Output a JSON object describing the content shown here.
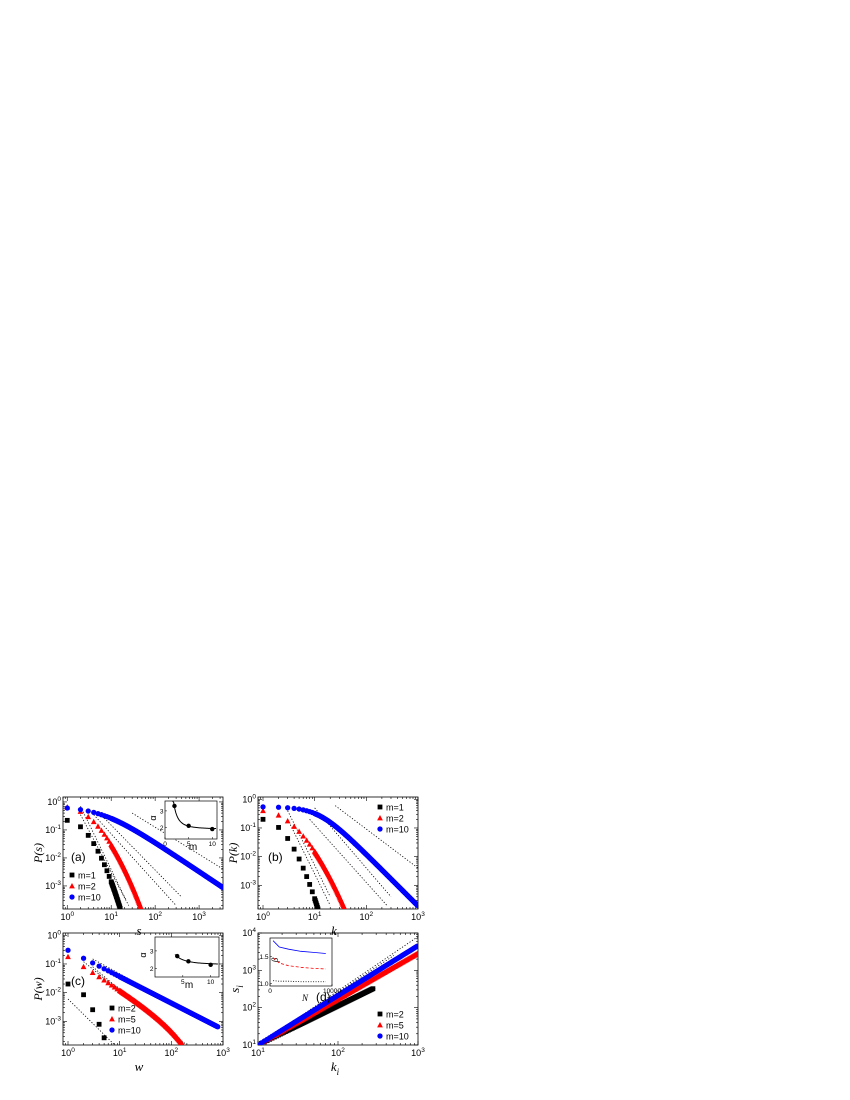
{
  "colors": {
    "black": "#000000",
    "red": "#ff0000",
    "blue": "#0000ff"
  },
  "chart_data": [
    {
      "id": "a",
      "type": "scatter",
      "panel_label": "(a)",
      "xlabel": "s",
      "ylabel": "P(s)",
      "xscale": "log",
      "yscale": "log",
      "xlim": [
        0.8,
        3500
      ],
      "ylim": [
        0.00015,
        1.5
      ],
      "x_ticks": [
        1,
        10,
        100,
        1000
      ],
      "y_ticks": [
        1,
        0.1,
        0.01,
        0.001
      ],
      "legend_position": "lower-left",
      "series": [
        {
          "name": "m=1",
          "marker": "square",
          "color": "#000000",
          "s0": 0.22,
          "gamma": 3.0,
          "x0": 1,
          "xmax": 21
        },
        {
          "name": "m=2",
          "marker": "triangle",
          "color": "#ff0000",
          "s0": 0.65,
          "gamma": 3.2,
          "x0": 1,
          "xmax": 270
        },
        {
          "name": "m=10",
          "marker": "circle",
          "color": "#0000ff",
          "s0": 0.7,
          "gamma": 2.0,
          "x0": 1,
          "xmax": 3500
        }
      ],
      "guides": [
        {
          "x": [
            2,
            25
          ],
          "y": [
            0.35,
            0.0002
          ]
        },
        {
          "x": [
            2,
            22
          ],
          "y": [
            0.7,
            0.0003
          ]
        },
        {
          "x": [
            4,
            300
          ],
          "y": [
            0.35,
            0.0002
          ]
        },
        {
          "x": [
            5,
            400
          ],
          "y": [
            0.45,
            0.0004
          ]
        },
        {
          "x": [
            30,
            3500
          ],
          "y": [
            0.4,
            0.004
          ]
        }
      ],
      "inset": {
        "xlabel": "m",
        "ylabel": "α",
        "xlim": [
          0,
          11
        ],
        "ylim": [
          1.3,
          3.6
        ],
        "x_ticks": [
          0,
          5,
          10
        ],
        "y_ticks": [
          2,
          3
        ],
        "points": [
          {
            "x": 2,
            "y": 3.3
          },
          {
            "x": 5,
            "y": 2.1
          },
          {
            "x": 10,
            "y": 1.9
          }
        ]
      }
    },
    {
      "id": "b",
      "type": "scatter",
      "panel_label": "(b)",
      "xlabel": "k",
      "ylabel": "P(k)",
      "xscale": "log",
      "yscale": "log",
      "xlim": [
        0.8,
        1000
      ],
      "ylim": [
        0.00015,
        1.2
      ],
      "x_ticks": [
        1,
        10,
        100,
        1000
      ],
      "y_ticks": [
        1,
        0.1,
        0.01,
        0.001
      ],
      "legend_position": "top-right",
      "series": [
        {
          "name": "m=1",
          "marker": "square",
          "color": "#000000",
          "s0": 0.2,
          "gamma": 3.5,
          "x0": 1,
          "xmax": 16
        },
        {
          "name": "m=2",
          "marker": "triangle",
          "color": "#ff0000",
          "s0": 0.4,
          "gamma": 3.3,
          "x0": 1,
          "xmax": 220
        },
        {
          "name": "m=10",
          "marker": "circle",
          "color": "#0000ff",
          "s0": 0.55,
          "gamma": 2.7,
          "x0": 1,
          "xmax": 1000
        }
      ],
      "guides": [
        {
          "x": [
            3,
            20
          ],
          "y": [
            0.2,
            0.0002
          ]
        },
        {
          "x": [
            3,
            20
          ],
          "y": [
            0.4,
            0.0004
          ]
        },
        {
          "x": [
            8,
            250
          ],
          "y": [
            0.2,
            0.0002
          ]
        },
        {
          "x": [
            10,
            300
          ],
          "y": [
            0.5,
            0.0004
          ]
        },
        {
          "x": [
            25,
            1000
          ],
          "y": [
            0.6,
            0.004
          ]
        }
      ]
    },
    {
      "id": "c",
      "type": "scatter",
      "panel_label": "(c)",
      "xlabel": "w",
      "ylabel": "P(w)",
      "xscale": "log",
      "yscale": "log",
      "xlim": [
        0.8,
        1000
      ],
      "ylim": [
        0.00015,
        1.2
      ],
      "x_ticks": [
        1,
        10,
        100,
        1000
      ],
      "y_ticks": [
        1,
        0.1,
        0.01,
        0.001
      ],
      "legend_position": "lower-left",
      "series": [
        {
          "name": "m=2",
          "marker": "square",
          "color": "#000000",
          "s0": 0.02,
          "gamma": 3.4,
          "x0": 1,
          "xmax": 7
        },
        {
          "name": "m=5",
          "marker": "triangle",
          "color": "#ff0000",
          "s0": 0.18,
          "gamma": 3.3,
          "x0": 1,
          "xmax": 220
        },
        {
          "name": "m=10",
          "marker": "circle",
          "color": "#0000ff",
          "s0": 0.3,
          "gamma": 2.0,
          "x0": 1,
          "xmax": 800
        }
      ],
      "guides": [
        {
          "x": [
            1,
            8
          ],
          "y": [
            0.006,
            0.00015
          ]
        },
        {
          "x": [
            2,
            200
          ],
          "y": [
            0.12,
            0.00015
          ]
        },
        {
          "x": [
            3,
            150
          ],
          "y": [
            0.08,
            0.0002
          ]
        },
        {
          "x": [
            3,
            800
          ],
          "y": [
            0.15,
            0.0006
          ]
        }
      ],
      "inset": {
        "xlabel": "m",
        "ylabel": "α",
        "xlim": [
          0,
          11.5
        ],
        "ylim": [
          1.5,
          3.8
        ],
        "x_ticks": [
          5,
          10
        ],
        "y_ticks": [
          2,
          3
        ],
        "points": [
          {
            "x": 4,
            "y": 2.7
          },
          {
            "x": 6,
            "y": 2.4
          },
          {
            "x": 10,
            "y": 2.2
          }
        ]
      }
    },
    {
      "id": "d",
      "type": "scatter",
      "panel_label": "(d)",
      "xlabel": "k_i",
      "ylabel": "s_i",
      "xscale": "log",
      "yscale": "log",
      "xlim": [
        10,
        1000
      ],
      "ylim": [
        10,
        10000
      ],
      "x_ticks": [
        10,
        100,
        1000
      ],
      "y_ticks": [
        10,
        100,
        1000,
        10000
      ],
      "legend_position": "lower-right",
      "series": [
        {
          "name": "m=2",
          "marker": "square",
          "color": "#000000",
          "x0": 10,
          "xmax": 280,
          "y0": 10,
          "beta": 1.05
        },
        {
          "name": "m=5",
          "marker": "triangle",
          "color": "#ff0000",
          "x0": 10,
          "xmax": 1000,
          "y0": 10,
          "beta": 1.23
        },
        {
          "name": "m=10",
          "marker": "circle",
          "color": "#0000ff",
          "x0": 10,
          "xmax": 1000,
          "y0": 10,
          "beta": 1.33
        }
      ],
      "guides": [
        {
          "x": [
            10,
            300
          ],
          "y": [
            10,
            330
          ]
        },
        {
          "x": [
            10,
            1000
          ],
          "y": [
            10,
            8000
          ]
        },
        {
          "x": [
            10,
            500
          ],
          "y": [
            10,
            2500
          ]
        }
      ],
      "inset": {
        "xlabel": "N",
        "ylabel": "β",
        "xlim": [
          0,
          10000
        ],
        "ylim": [
          0.95,
          1.85
        ],
        "x_ticks": [
          0,
          10000
        ],
        "y_ticks": [
          1.0,
          1.5
        ],
        "x_tick_labels": [
          "0",
          "10000"
        ],
        "y_tick_labels": [
          "1.0",
          "1.5"
        ],
        "curves": [
          {
            "color": "#0000ff",
            "style": "solid",
            "x": [
              500,
              1500,
              3000,
              5000,
              7000,
              9000
            ],
            "y": [
              1.8,
              1.68,
              1.64,
              1.6,
              1.58,
              1.56
            ]
          },
          {
            "color": "#ff0000",
            "style": "dashed",
            "x": [
              500,
              1500,
              3000,
              5000,
              7000,
              9000
            ],
            "y": [
              1.48,
              1.38,
              1.33,
              1.3,
              1.28,
              1.27
            ]
          },
          {
            "color": "#000000",
            "style": "dotted",
            "x": [
              500,
              1500,
              3000,
              5000,
              7000,
              9000
            ],
            "y": [
              1.05,
              1.04,
              1.04,
              1.03,
              1.03,
              1.03
            ]
          }
        ]
      }
    }
  ]
}
